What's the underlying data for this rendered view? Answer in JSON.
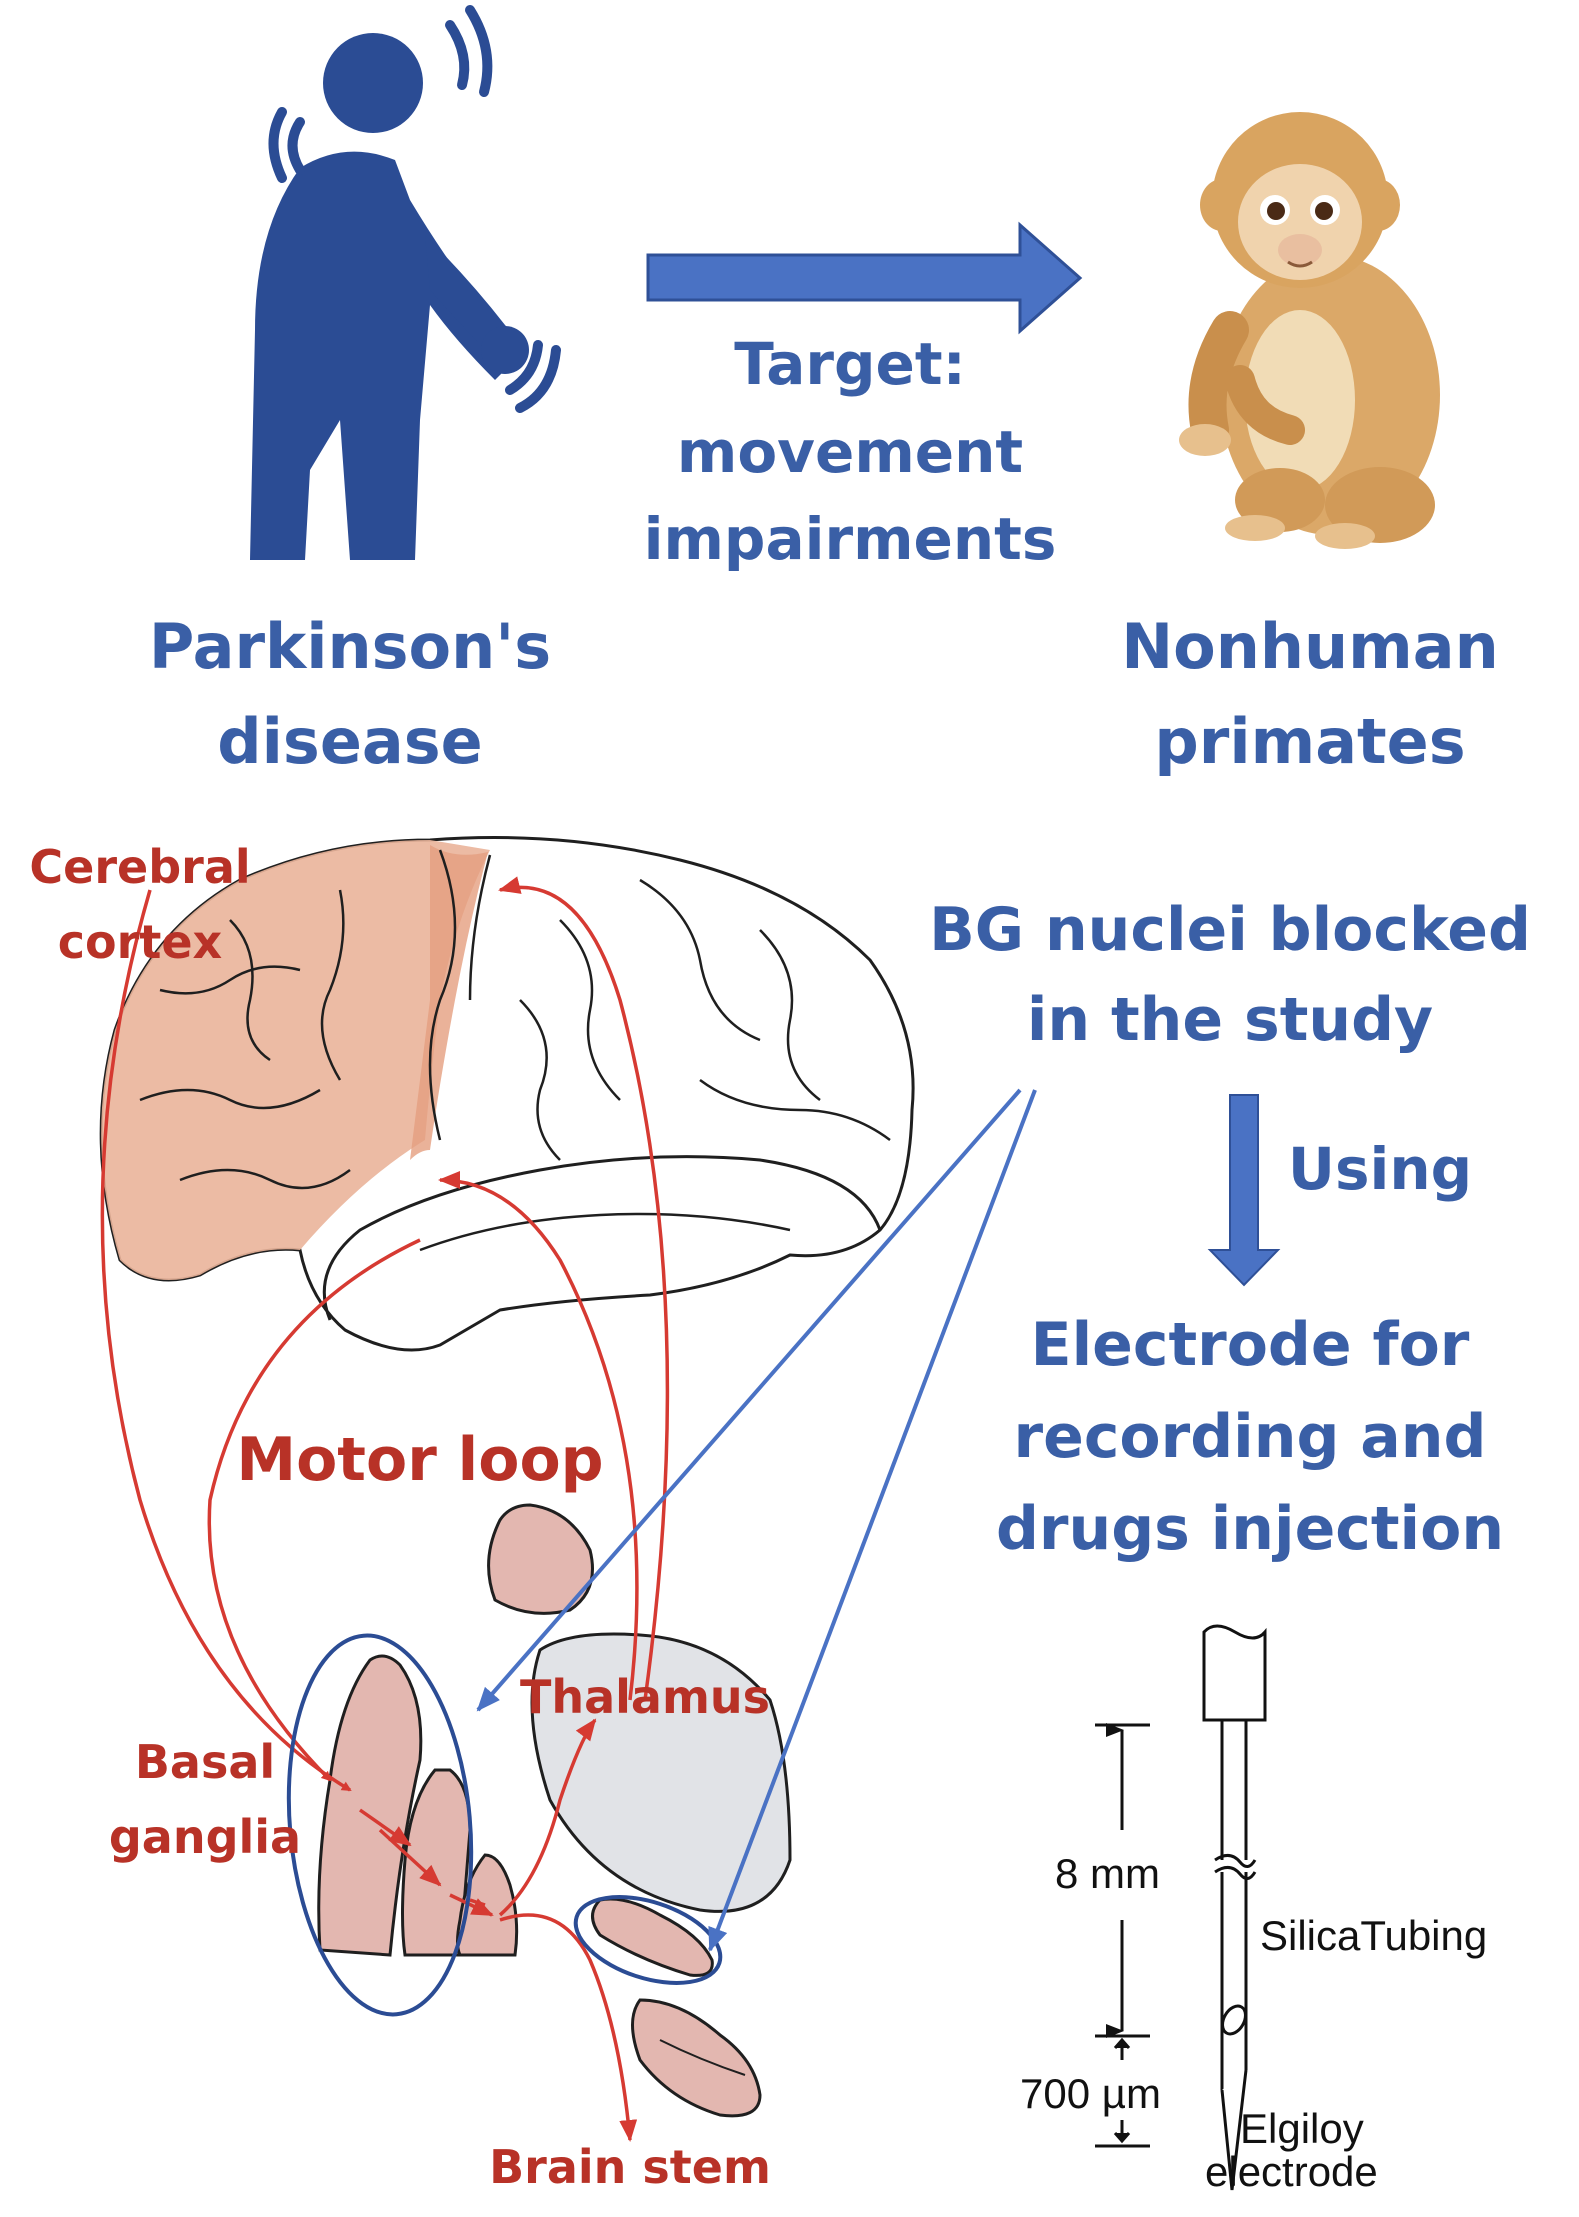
{
  "labels": {
    "target_line1": "Target:",
    "target_line2": "movement",
    "target_line3": "impairments",
    "parkinson_line1": "Parkinson's",
    "parkinson_line2": "disease",
    "nonhuman_line1": "Nonhuman",
    "nonhuman_line2": "primates",
    "cerebral_line1": "Cerebral",
    "cerebral_line2": "cortex",
    "bg_blocked_line1": "BG nuclei blocked",
    "bg_blocked_line2": "in the study",
    "using": "Using",
    "electrode_line1": "Electrode for",
    "electrode_line2": "recording and",
    "electrode_line3": "drugs injection",
    "motor_loop": "Motor loop",
    "thalamus": "Thalamus",
    "basal_line1": "Basal",
    "basal_line2": "ganglia",
    "brain_stem": "Brain stem",
    "dim_8mm": "8 mm",
    "silica_tubing": "SilicaTubing",
    "dim_700um": "700 µm",
    "elgiloy_line1": "Elgiloy",
    "elgiloy_line2": "electrode"
  },
  "colors": {
    "label_blue": "#3a5fa6",
    "label_red": "#b83227",
    "arrow_blue": "#4a72c4",
    "loop_red": "#d63a32",
    "figure_blue": "#2b4c94",
    "cortex_shade": "#eab49a",
    "nucleus_fill": "#e3b7b0",
    "thalamus_fill": "#e1e3e7"
  },
  "icons": {
    "person": "parkinsons-person-icon",
    "monkey": "monkey-icon",
    "brain": "brain-diagram-icon",
    "electrode": "electrode-diagram-icon"
  }
}
